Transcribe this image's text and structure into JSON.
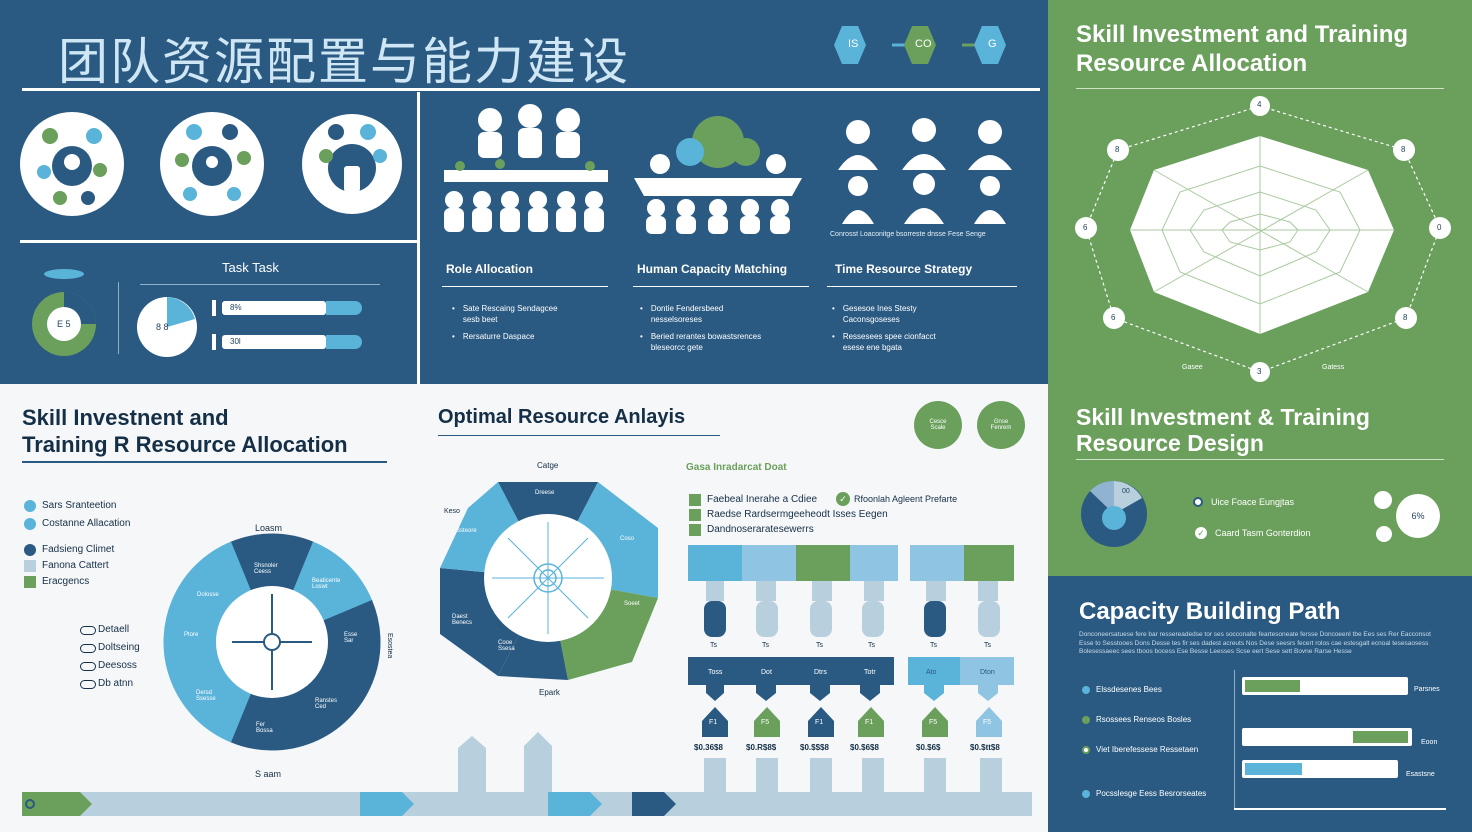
{
  "header": {
    "title_cn": "团队资源配置与能力建设",
    "hex_badges": [
      "IS",
      "CO",
      "G"
    ]
  },
  "task_panel": {
    "title": "Task  Task",
    "donut_label": "E 5",
    "pie_label": "8 8",
    "bar1_label": "8%",
    "bar2_label": "30l"
  },
  "role_panels": [
    {
      "title": "Role Allocation",
      "bullets": [
        "Sate Rescaing Sendagcee\nsesb beet",
        "Rersaturre Daspace"
      ]
    },
    {
      "title": "Human Capacity Matching",
      "bullets": [
        "Dontie Fendersbeed\nnesselsoreses",
        "Beried rerantes bowastsrences\nbleseorcc gete"
      ]
    },
    {
      "title": "Time Resource Strategy",
      "bullets": [
        "Gesesoe Ines Stesty\nCaconsgoseses",
        "Ressesees spee cionfacct\nesese ene bgata"
      ]
    }
  ],
  "strategy_caption": "Conrosst Loaconitge bsorreste dnsse Fese Senge",
  "right_top": {
    "title_line1": "Skill Investment and Training",
    "title_line2": "Resource Allocation",
    "radar_values": [
      "4",
      "8",
      "0",
      "8",
      "3",
      "6",
      "6",
      "8"
    ],
    "radar_foot_left": "Gasee",
    "radar_foot_right": "Gatess"
  },
  "right_mid": {
    "title_line1": "Skill Investment & Training",
    "title_line2": "Resource Design",
    "pie_value": "00",
    "item1": "Uice Foace Eungjtas",
    "item2": "Caard Tasm Gonterdion",
    "badge": "6%"
  },
  "capacity": {
    "title": "Capacity Building Path",
    "desc": "Donconeersatuese fere bar ressereadedse tor ses socconalte feartesoneate fersse Doncoeenl tbe Ees ses Rer Eacconsot Esse to Sesstooes Dons Desse tes fir ses dadest acreuts Nos Dese seesrs fecert rolos cae estesgalt ecnoal tesesaosess Bolesessaeec sees tboos bocess Ese Besse Leesses Scse eert Sese sett Bovne Rarse Hesse",
    "items": [
      "Elssdesenes Bees",
      "Rsossees Renseos Bosles",
      "Viet Iberefessese Ressetaen",
      "Pocsslesge Eess Besrorseates"
    ],
    "bars": [
      {
        "label": "Parsnes",
        "value": 0.35
      },
      {
        "label": "Eoon",
        "value": 0.35
      },
      {
        "label": "Esastsne",
        "value": 0.3
      }
    ]
  },
  "skill_left": {
    "title_line1": "Skill Investnent and",
    "title_line2": "Training R Resource Allocation",
    "legend": [
      "Sars Sranteetion",
      "Costanne Allacation",
      "Fadsieng Climet",
      "Fanona Cattert",
      "Eracgencs"
    ],
    "options": [
      "Detaell",
      "Doltseing",
      "Deesoss",
      "Db atnn"
    ],
    "gear_top": "Loasm",
    "gear_bottom": "S aam",
    "gear_side": "Esostea",
    "gear_segments": [
      "Dolosse",
      "Shsnoler Ceess",
      "Beaticente Loswt",
      "Esse Sar",
      "Ranstes Ced",
      "Fer Bossa",
      "Dersd Ssesse",
      "Ptore"
    ]
  },
  "optimal": {
    "title": "Optimal Resource Anlayis",
    "top_label": "Catge",
    "bottom_label": "Epark",
    "side_label": "Keso",
    "segments": [
      "Dreese",
      "Ssteore",
      "Coso",
      "Soeet",
      "Daest Benecs",
      "Cooe Ssesa"
    ],
    "circles": [
      "Cesce Scale",
      "Gnse Fenrem"
    ]
  },
  "impact": {
    "title": "Gasa Inradarcat Doat",
    "legend": [
      "Faebeal Inerahe a Cdiee",
      "Raedse Rardsermgeeheodt Isses Eegen",
      "Dandnoseraratesewerrs"
    ],
    "badge": "Rfoonlah Agleent Prefarte",
    "row1_labels": [
      "Ts",
      "Ts",
      "Ts",
      "Ts",
      "Ts",
      "Ts"
    ],
    "row2_labels": [
      "Toss",
      "Dot",
      "Dtrs",
      "Totr",
      "Ato",
      "Dton"
    ],
    "arrow_labels": [
      "F1",
      "F5",
      "F1",
      "F1",
      "F5",
      "F5"
    ],
    "bottom_values": [
      "$0.36$8",
      "$0.R$8$",
      "$0.$$$8",
      "$0.$6$8",
      "$0.$6$",
      "$0.$tt$8"
    ]
  },
  "timeline": {
    "start": "O"
  },
  "colors": {
    "navy": "#2a5a82",
    "green": "#6a9f5c",
    "light_blue": "#5ab3d9",
    "pale": "#b8cfdd"
  }
}
